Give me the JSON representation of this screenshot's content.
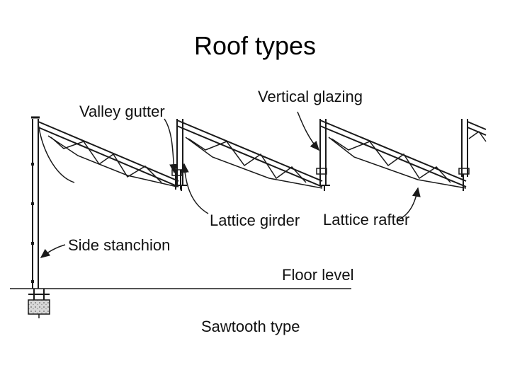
{
  "title": "Roof types",
  "labels": {
    "valley_gutter": "Valley gutter",
    "vertical_glazing": "Vertical glazing",
    "lattice_girder": "Lattice girder",
    "lattice_rafter": "Lattice rafter",
    "side_stanchion": "Side stanchion",
    "floor_level": "Floor level",
    "caption": "Sawtooth type"
  },
  "colors": {
    "line": "#1a1a1a",
    "background": "#ffffff"
  }
}
